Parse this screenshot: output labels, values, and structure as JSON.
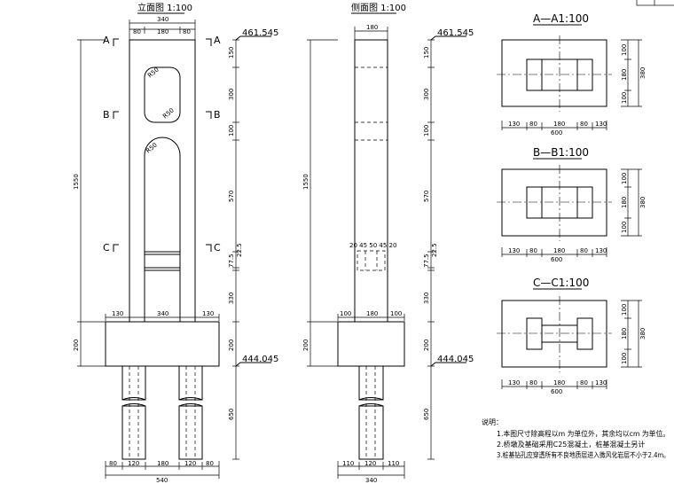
{
  "views": {
    "front_title": "立面图 1:100",
    "side_title": "侧面图 1:100",
    "section_a_title": "A—A1:100",
    "section_b_title": "B—B1:100",
    "section_c_title": "C—C1:100"
  },
  "front": {
    "top_width": "340",
    "top_80_left": "80",
    "top_180": "180",
    "top_80_right": "80",
    "elev_top": "461.545",
    "elev_bottom": "444.045",
    "total_height": "1550",
    "seg_150": "150",
    "seg_300": "300",
    "seg_100": "100",
    "seg_570": "570",
    "seg_775": "77.5",
    "seg_225": "22.5",
    "seg_330": "330",
    "cap_200": "200",
    "pile_650": "650",
    "radius_a": "R50",
    "radius_b": "R50",
    "radius_c": "R50",
    "cap_130_left": "130",
    "cap_340": "340",
    "cap_130_right": "130",
    "bottom_80_left": "80",
    "bottom_120_left": "120",
    "bottom_180": "180",
    "bottom_120_right": "120",
    "bottom_80_right": "80",
    "bottom_total": "540"
  },
  "markers": {
    "a_left": "A",
    "a_right": "A",
    "b_left": "B",
    "b_right": "B",
    "c_left": "C",
    "c_right": "C"
  },
  "side": {
    "top_180": "180",
    "elev_top": "461.545",
    "elev_bottom": "444.045",
    "total_height": "1550",
    "seg_150": "150",
    "seg_300": "300",
    "seg_100": "100",
    "seg_570": "570",
    "seg_775": "77.5",
    "seg_225": "22.5",
    "seg_330": "330",
    "cap_200": "200",
    "pile_650": "650",
    "detail_dims": "20 45 50 45 20",
    "cap_100_left": "100",
    "cap_180": "180",
    "cap_100_right": "100",
    "bottom_110_left": "110",
    "bottom_120": "120",
    "bottom_110_right": "110",
    "bottom_total": "340"
  },
  "sections": {
    "a": {
      "d130l": "130",
      "d80l": "80",
      "d180": "180",
      "d80r": "80",
      "d130r": "130",
      "total": "600",
      "v100t": "100",
      "v180": "180",
      "v100b": "100",
      "vtotal": "380"
    },
    "b": {
      "d130l": "130",
      "d80l": "80",
      "d180": "180",
      "d80r": "80",
      "d130r": "130",
      "total": "600",
      "v100t": "100",
      "v180": "180",
      "v100b": "100",
      "vtotal": "380"
    },
    "c": {
      "d130l": "130",
      "d80l": "80",
      "d180": "180",
      "d80r": "80",
      "d130r": "130",
      "total": "600",
      "v100t": "100",
      "v180": "180",
      "v100b": "100",
      "vtotal": "380"
    }
  },
  "notes": {
    "heading": "说明：",
    "line1": "1.本图尺寸除高程以m 为单位外，其余均以cm 为单位。",
    "line2": "2.桥墩及基础采用C25混凝土，桩基混凝土另计",
    "line3": "3.桩基钻孔应穿透所有不良地质层进入微风化岩层不小于2.4m。"
  }
}
